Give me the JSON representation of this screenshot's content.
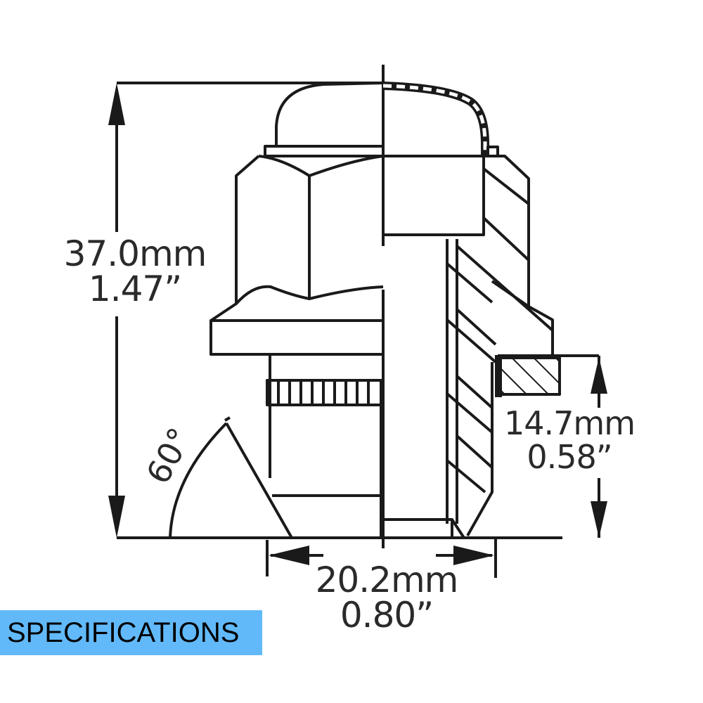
{
  "diagram": {
    "subject": "lug-nut-technical-drawing",
    "line_color": "#1a1a1a",
    "dimensions": {
      "overall_height": {
        "metric": "37.0mm",
        "imperial": "1.47”"
      },
      "seat_height": {
        "metric": "14.7mm",
        "imperial": "0.58”"
      },
      "seat_width": {
        "metric": "20.2mm",
        "imperial": "0.80”"
      },
      "seat_angle": "60°"
    }
  },
  "banner": {
    "label": "SPECIFICATIONS",
    "background": "#62b9f9",
    "text_color": "#000000"
  }
}
